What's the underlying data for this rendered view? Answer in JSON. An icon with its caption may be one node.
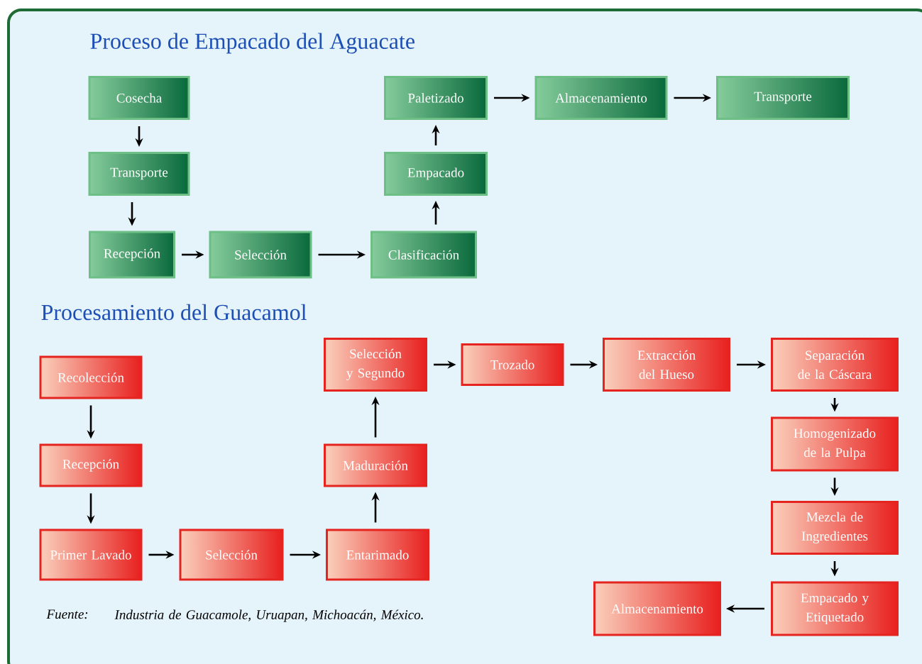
{
  "diagram": {
    "title": "Proceso de Empacado del Aguacate",
    "nodes": [
      {
        "text": [
          "Cosecha"
        ]
      },
      {
        "text": [
          "Transporte"
        ]
      },
      {
        "text": [
          "Recepción"
        ]
      },
      {
        "text": [
          "Selección"
        ]
      },
      {
        "text": [
          "Clasificación"
        ]
      },
      {
        "text": [
          "Empacado"
        ]
      },
      {
        "text": [
          "Paletizado"
        ]
      },
      {
        "text": [
          "Almacenamiento"
        ]
      },
      {
        "text": [
          "Transporte"
        ]
      },
      {
        "text": [
          "Recolección"
        ]
      },
      {
        "text": [
          "Recepción"
        ]
      },
      {
        "text": [
          "Primer Lavado"
        ]
      },
      {
        "text": [
          "Selección"
        ]
      },
      {
        "text": [
          "Entarimado"
        ]
      },
      {
        "text": [
          "Maduración"
        ]
      },
      {
        "text": [
          "Selección y Segundo"
        ]
      },
      {
        "text": [
          "Trozado"
        ]
      },
      {
        "text": [
          "Extracción del Hueso"
        ]
      },
      {
        "text": [
          "Separación de la Cáscara"
        ]
      },
      {
        "text": [
          "Homogenizado de la Pulpa"
        ]
      },
      {
        "text": [
          "Mezcla de Ingredientes"
        ]
      },
      {
        "text": [
          "Empacado y Etiquetado"
        ]
      },
      {
        "text": [
          "Almacenamiento"
        ]
      }
    ],
    "edges": [
      {
        "from": 0,
        "to": 1,
        "arrow": "to"
      },
      {
        "from": 1,
        "to": 2,
        "arrow": "to"
      },
      {
        "from": 2,
        "to": 3,
        "arrow": "to"
      },
      {
        "from": 3,
        "to": 4,
        "arrow": "to"
      },
      {
        "from": 4,
        "to": 5,
        "arrow": "to"
      },
      {
        "from": 5,
        "to": 6,
        "arrow": "to"
      },
      {
        "from": 6,
        "to": 7,
        "arrow": "to"
      },
      {
        "from": 7,
        "to": 8,
        "arrow": "to"
      },
      {
        "from": 9,
        "to": 10,
        "arrow": "to"
      },
      {
        "from": 10,
        "to": 11,
        "arrow": "to"
      },
      {
        "from": 11,
        "to": 12,
        "arrow": "to"
      },
      {
        "from": 12,
        "to": 13,
        "arrow": "to"
      },
      {
        "from": 13,
        "to": 14,
        "arrow": "to"
      },
      {
        "from": 14,
        "to": 15,
        "arrow": "to"
      },
      {
        "from": 15,
        "to": 16,
        "arrow": "to"
      },
      {
        "from": 16,
        "to": 17,
        "arrow": "to"
      },
      {
        "from": 17,
        "to": 18,
        "arrow": "to"
      },
      {
        "from": 18,
        "to": 19,
        "arrow": "to"
      },
      {
        "from": 19,
        "to": 20,
        "arrow": "to"
      },
      {
        "from": 20,
        "to": 21,
        "arrow": "to"
      },
      {
        "from": 21,
        "to": 22,
        "arrow": "to"
      }
    ],
    "labels": [
      "Procesamiento del Guacamol",
      "Fuente:",
      "Industria de Guacamole, Uruapan, Michoacán, México."
    ]
  }
}
